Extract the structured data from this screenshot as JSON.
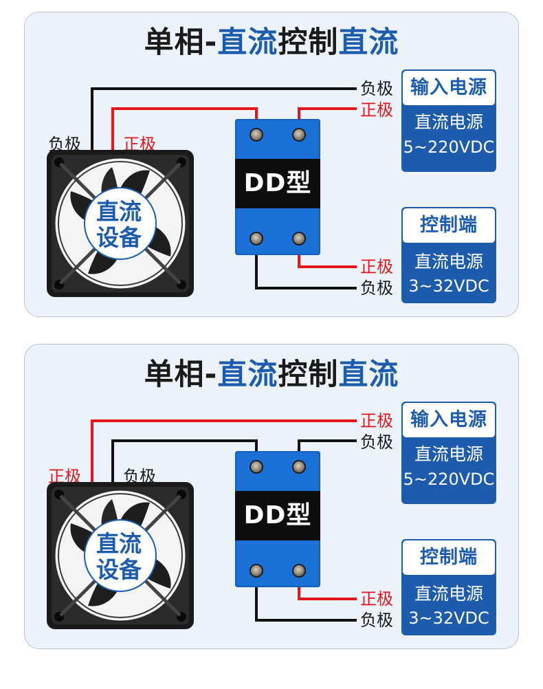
{
  "diagrams": [
    {
      "title_parts": [
        "单相-",
        "直流",
        "控制",
        "直流"
      ],
      "device": {
        "line1": "直流",
        "line2": "设备"
      },
      "fan_left_label": "负极",
      "fan_right_label": "正极",
      "relay_label": "DD型",
      "input_top_label": "负极",
      "input_bottom_label": "正极",
      "control_top_label": "正极",
      "control_bottom_label": "负极",
      "input_card": {
        "heading": "输入电源",
        "line1": "直流电源",
        "line2": "5~220VDC"
      },
      "control_card": {
        "heading": "控制端",
        "line1": "直流电源",
        "line2": "3~32VDC"
      }
    },
    {
      "title_parts": [
        "单相-",
        "直流",
        "控制",
        "直流"
      ],
      "device": {
        "line1": "直流",
        "line2": "设备"
      },
      "fan_left_label": "正极",
      "fan_right_label": "负极",
      "relay_label": "DD型",
      "input_top_label": "正极",
      "input_bottom_label": "负极",
      "control_top_label": "正极",
      "control_bottom_label": "负极",
      "input_card": {
        "heading": "输入电源",
        "line1": "直流电源",
        "line2": "5~220VDC"
      },
      "control_card": {
        "heading": "控制端",
        "line1": "直流电源",
        "line2": "3~32VDC"
      }
    }
  ],
  "colors": {
    "blue": "#1d5cad",
    "relay_blue": "#1c71d8",
    "red_wire": "#e5161a",
    "black_wire": "#111111",
    "panel_bg": "#ebf2f9"
  }
}
